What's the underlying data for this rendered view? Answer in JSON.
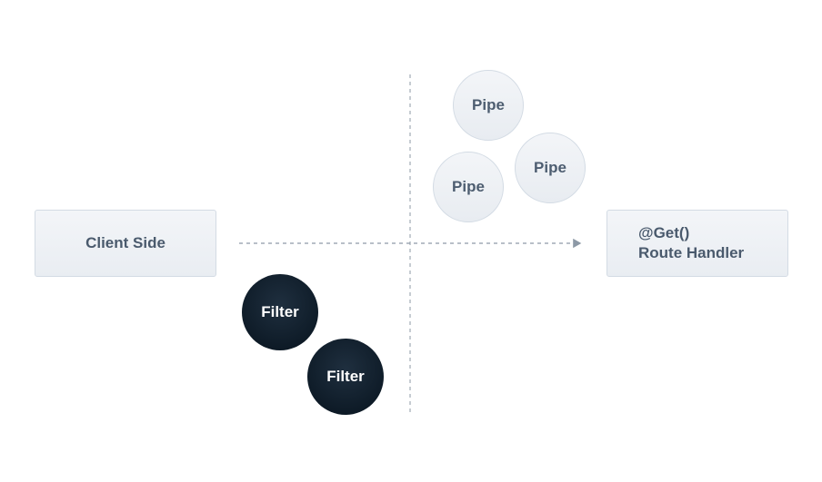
{
  "diagram": {
    "client": {
      "label": "Client Side"
    },
    "route_handler": {
      "decorator": "@Get()",
      "label": "Route Handler"
    },
    "pipes": [
      {
        "label": "Pipe"
      },
      {
        "label": "Pipe"
      },
      {
        "label": "Pipe"
      }
    ],
    "filters": [
      {
        "label": "Filter"
      },
      {
        "label": "Filter"
      }
    ],
    "colors": {
      "box_fill": "#eef1f5",
      "box_border": "#d3dbe4",
      "box_text": "#4a5a6d",
      "filter_fill": "#13222f",
      "filter_text": "#ffffff",
      "connector": "#8d99a6"
    }
  }
}
